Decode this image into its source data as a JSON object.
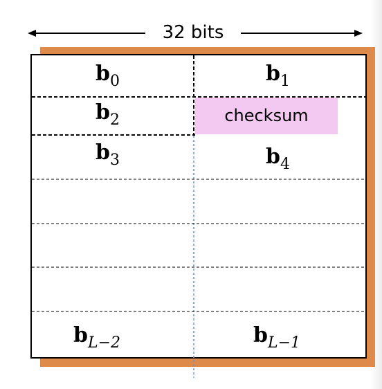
{
  "header": {
    "width_label": "32 bits"
  },
  "fields": {
    "b0": {
      "base": "b",
      "sub": "0"
    },
    "b1": {
      "base": "b",
      "sub": "1"
    },
    "b2": {
      "base": "b",
      "sub": "2"
    },
    "checksum": "checksum",
    "b3": {
      "base": "b",
      "sub": "3"
    },
    "b4": {
      "base": "b",
      "sub": "4"
    },
    "bl2": {
      "base": "b",
      "sub": "L−2"
    },
    "bl1": {
      "base": "b",
      "sub": "L−1"
    }
  },
  "colors": {
    "shadow": "#dd8a4a",
    "checksum_fill": "#f3c9f2",
    "lines": "#000000",
    "center_divider": "#6b8fc9"
  }
}
